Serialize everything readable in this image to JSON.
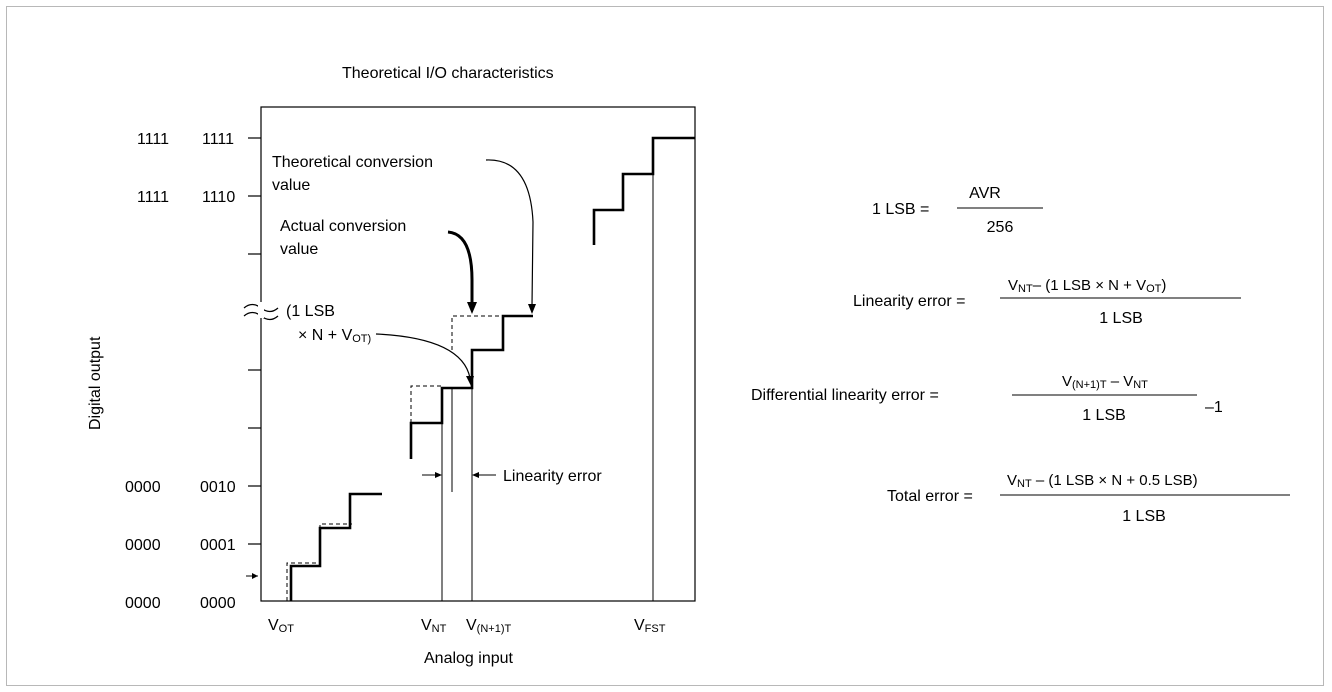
{
  "diagram": {
    "title": "Theoretical I/O characteristics",
    "x_axis_label": "Analog input",
    "y_axis_label": "Digital output",
    "y_ticks": {
      "t1111_1111": {
        "left": "1111",
        "right": "1111"
      },
      "t1111_1110": {
        "left": "1111",
        "right": "1110"
      },
      "t0000_0010": {
        "left": "0000",
        "right": "0010"
      },
      "t0000_0001": {
        "left": "0000",
        "right": "0001"
      },
      "t0000_0000": {
        "left": "0000",
        "right": "0000"
      }
    },
    "x_ticks": {
      "vot": {
        "main": "V",
        "sub": "OT"
      },
      "vnt": {
        "main": "V",
        "sub": "NT"
      },
      "vn1t": {
        "main": "V",
        "sub": "(N+1)T"
      },
      "vfst": {
        "main": "V",
        "sub": "FST"
      }
    },
    "annotations": {
      "theoretical_l1": "Theoretical conversion",
      "theoretical_l2": "value",
      "actual_l1": "Actual conversion",
      "actual_l2": "value",
      "lsb_l1": "(1 LSB",
      "lsb_l2_a": "× N + V",
      "lsb_l2_sub": "OT)",
      "linearity_error": "Linearity error"
    },
    "colors": {
      "line": "#000000",
      "frame": "#b8b8b8"
    }
  },
  "formulas": {
    "lsb": {
      "lhs": "1 LSB =",
      "num": "AVR",
      "den": "256"
    },
    "linearity": {
      "lhs": "Linearity error =",
      "num_v": "V",
      "num_sub": "NT",
      "num_rest": "– (1 LSB × N + V",
      "num_sub2": "OT",
      "num_end": ")",
      "den": "1 LSB"
    },
    "differential": {
      "lhs": "Differential linearity error =",
      "num_v1": "V",
      "num_sub1": "(N+1)T",
      "num_mid": " – V",
      "num_sub2": "NT",
      "den": "1 LSB",
      "tail": "–1"
    },
    "total": {
      "lhs": "Total error =",
      "num_v": "V",
      "num_sub": "NT",
      "num_rest": " – (1 LSB × N + 0.5 LSB)",
      "den": "1 LSB"
    }
  }
}
